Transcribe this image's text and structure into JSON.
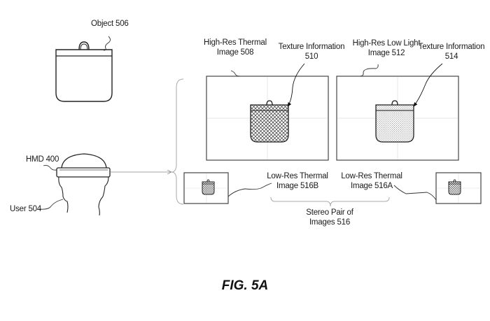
{
  "figure": {
    "caption": "FIG. 5A"
  },
  "labels": {
    "object": "Object 506",
    "hmd": "HMD 400",
    "user": "User 504",
    "high_res_thermal_line1": "High-Res Thermal",
    "high_res_thermal_line2": "Image 508",
    "texture_510_line1": "Texture Information",
    "texture_510_line2": "510",
    "high_res_low_light_line1": "High-Res Low Light",
    "high_res_low_light_line2": "Image 512",
    "texture_514_line1": "Texture Information",
    "texture_514_line2": "514",
    "low_res_516b_line1": "Low-Res Thermal",
    "low_res_516b_line2": "Image 516B",
    "low_res_516a_line1": "Low-Res Thermal",
    "low_res_516a_line2": "Image 516A",
    "stereo_pair_line1": "Stereo Pair of",
    "stereo_pair_line2": "Images 516"
  },
  "elements": {
    "object": "pouch with handle",
    "hmd": "head-mounted display on user head",
    "images": [
      {
        "id": "508",
        "kind": "high-res thermal",
        "fill": "crosshatch"
      },
      {
        "id": "512",
        "kind": "high-res low light",
        "fill": "stipple"
      },
      {
        "id": "516B",
        "kind": "low-res thermal",
        "fill": "crosshatch"
      },
      {
        "id": "516A",
        "kind": "low-res thermal",
        "fill": "crosshatch"
      }
    ]
  }
}
